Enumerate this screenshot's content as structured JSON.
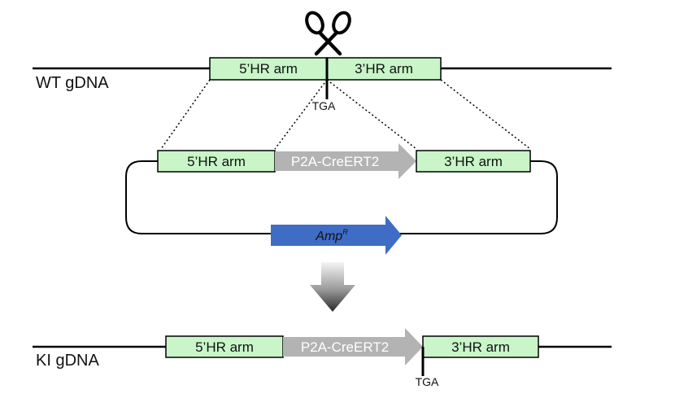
{
  "colors": {
    "arm_fill": "#c9f5c9",
    "cassette_fill": "#b3b3b3",
    "amp_fill": "#3f6cc4",
    "line": "#000000"
  },
  "icons": {
    "cut_site": "scissors-icon",
    "process": "down-arrow-icon"
  },
  "wt": {
    "label": "WT gDNA",
    "left_arm": "5’HR arm",
    "right_arm": "3’HR arm",
    "stop_codon": "TGA"
  },
  "donor": {
    "left_arm": "5’HR arm",
    "cassette": "P2A-CreERT2",
    "right_arm": "3’HR arm",
    "resistance_main": "Amp",
    "resistance_sup": "R"
  },
  "ki": {
    "label": "KI gDNA",
    "left_arm": "5’HR arm",
    "cassette": "P2A-CreERT2",
    "right_arm": "3’HR arm",
    "stop_codon": "TGA"
  }
}
